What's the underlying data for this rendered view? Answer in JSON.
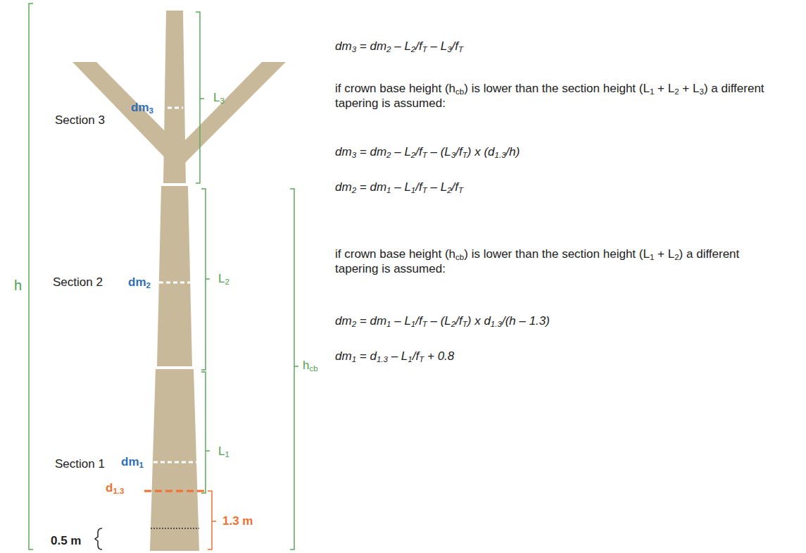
{
  "diagram": {
    "labels": [
      "h",
      "L3",
      "dm3",
      "Section 3",
      "L2",
      "dm2",
      "Section 2",
      "hcb",
      "L1",
      "dm1",
      "Section 1",
      "d1.3",
      "1.3 m",
      "0.5 m",
      "dm3 = dm2 – L2/fT – L3/fT",
      "if crown base height (hcb) is lower than the section height (L1 + L2 + L3) a different tapering is assumed:",
      "dm3 = dm2 – L2/fT – (L3/fT) x (d1.3/h)",
      "dm2 = dm1 – L1/fT – L2/fT",
      "if crown base height (hcb) is lower than the section height (L1 + L2) a different tapering is assumed:",
      "dm2 = dm1 – L1/fT – (L2/fT) x d1.3/(h – 1.3)",
      "dm1 = d1.3 – L1/fT + 0.8"
    ]
  }
}
